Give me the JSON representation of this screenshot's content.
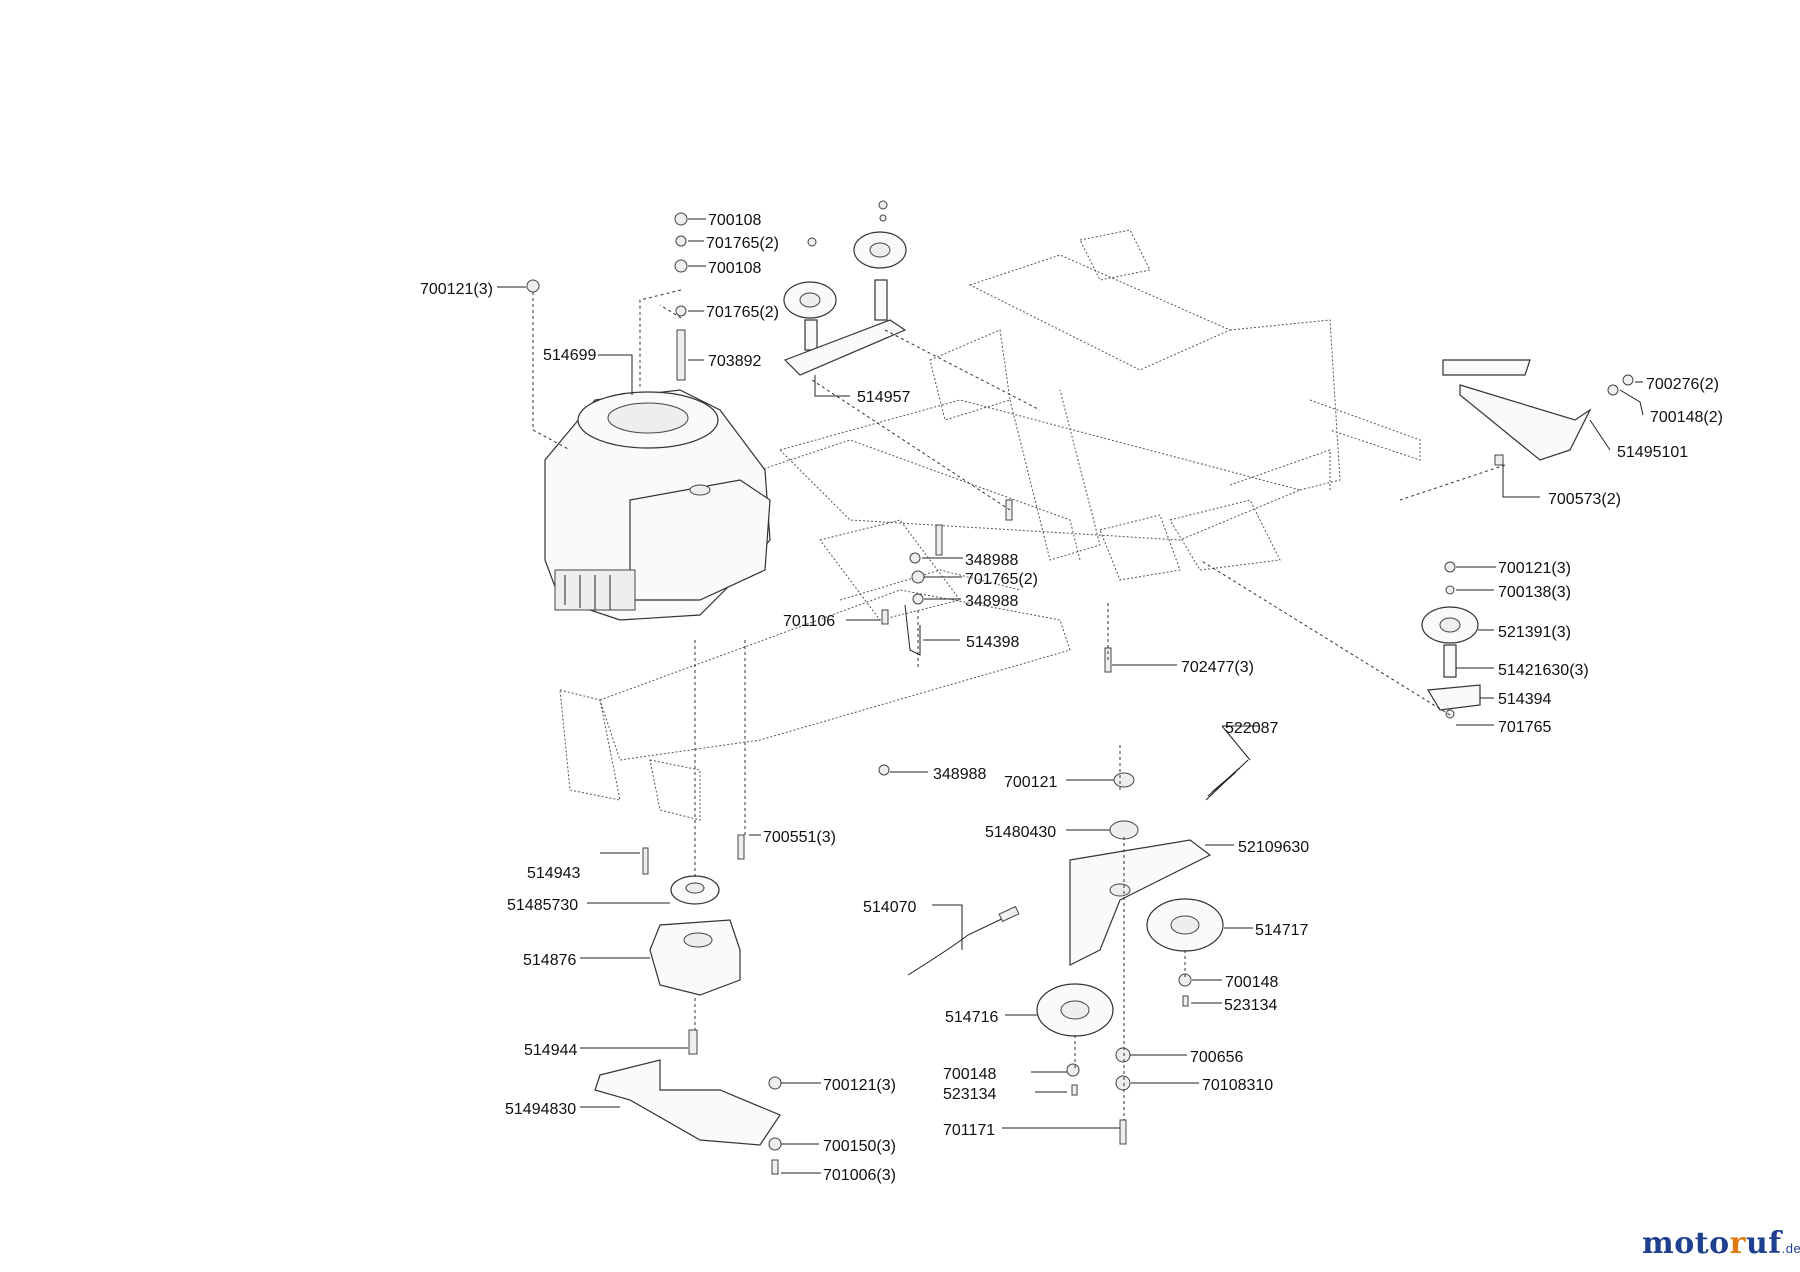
{
  "labels": [
    {
      "id": "700108-a",
      "text": "700108"
    },
    {
      "id": "701765-2-a",
      "text": "701765(2)"
    },
    {
      "id": "700108-b",
      "text": "700108"
    },
    {
      "id": "701765-2-b",
      "text": "701765(2)"
    },
    {
      "id": "700121-3-a",
      "text": "700121(3)"
    },
    {
      "id": "514699",
      "text": "514699"
    },
    {
      "id": "703892",
      "text": "703892"
    },
    {
      "id": "514957",
      "text": "514957"
    },
    {
      "id": "700276-2",
      "text": "700276(2)"
    },
    {
      "id": "700148-2",
      "text": "700148(2)"
    },
    {
      "id": "51495101",
      "text": "51495101"
    },
    {
      "id": "700573-2",
      "text": "700573(2)"
    },
    {
      "id": "348988-a",
      "text": "348988"
    },
    {
      "id": "701765-2-c",
      "text": "701765(2)"
    },
    {
      "id": "348988-b",
      "text": "348988"
    },
    {
      "id": "701106",
      "text": "701106"
    },
    {
      "id": "514398",
      "text": "514398"
    },
    {
      "id": "702477-3",
      "text": "702477(3)"
    },
    {
      "id": "700121-3-b",
      "text": "700121(3)"
    },
    {
      "id": "700138-3",
      "text": "700138(3)"
    },
    {
      "id": "521391-3",
      "text": "521391(3)"
    },
    {
      "id": "51421630-3",
      "text": "51421630(3)"
    },
    {
      "id": "514394",
      "text": "514394"
    },
    {
      "id": "701765",
      "text": "701765"
    },
    {
      "id": "522087",
      "text": "522087"
    },
    {
      "id": "348988-c",
      "text": "348988"
    },
    {
      "id": "700121",
      "text": "700121"
    },
    {
      "id": "51480430",
      "text": "51480430"
    },
    {
      "id": "52109630",
      "text": "52109630"
    },
    {
      "id": "700551-3",
      "text": "700551(3)"
    },
    {
      "id": "514943",
      "text": "514943"
    },
    {
      "id": "51485730",
      "text": "51485730"
    },
    {
      "id": "514070",
      "text": "514070"
    },
    {
      "id": "514717",
      "text": "514717"
    },
    {
      "id": "514876",
      "text": "514876"
    },
    {
      "id": "700148-a",
      "text": "700148"
    },
    {
      "id": "523134-a",
      "text": "523134"
    },
    {
      "id": "514716",
      "text": "514716"
    },
    {
      "id": "514944",
      "text": "514944"
    },
    {
      "id": "700656",
      "text": "700656"
    },
    {
      "id": "700148-b",
      "text": "700148"
    },
    {
      "id": "70108310",
      "text": "70108310"
    },
    {
      "id": "523134-b",
      "text": "523134"
    },
    {
      "id": "700121-3-c",
      "text": "700121(3)"
    },
    {
      "id": "51494830",
      "text": "51494830"
    },
    {
      "id": "701171",
      "text": "701171"
    },
    {
      "id": "700150-3",
      "text": "700150(3)"
    },
    {
      "id": "701006-3",
      "text": "701006(3)"
    }
  ],
  "brand": {
    "part1": "moto",
    "part2": "r",
    "part3": "uf",
    "tld": ".de"
  },
  "colors": {
    "brand_blue": "#1f3f8f",
    "brand_orange": "#e07a10",
    "line": "#222222"
  }
}
